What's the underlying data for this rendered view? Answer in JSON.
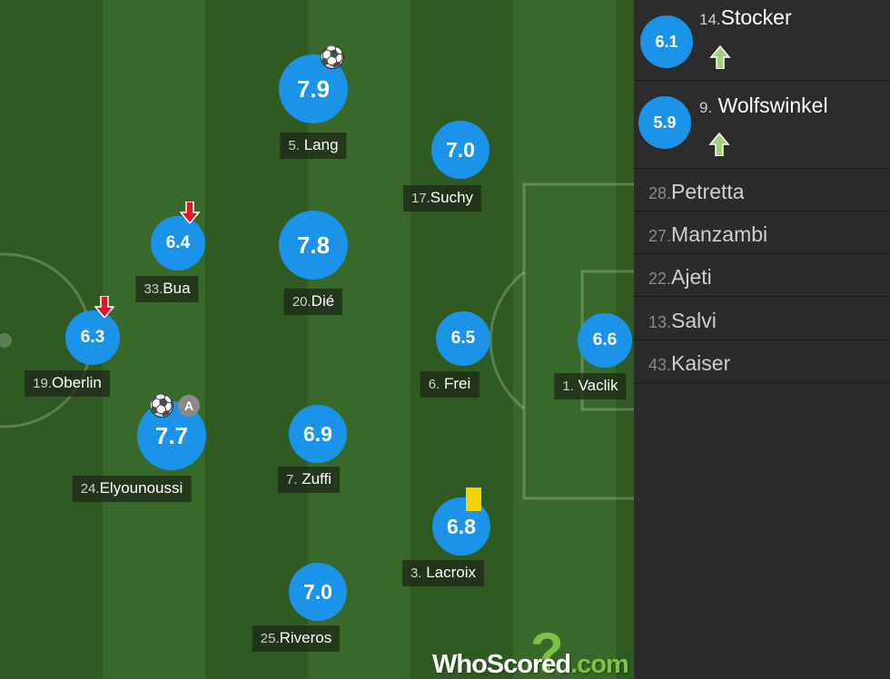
{
  "pitch_players": [
    {
      "id": "lang",
      "number": "5.",
      "name": "Lang",
      "rating": "7.9",
      "icons": [
        "ball"
      ]
    },
    {
      "id": "suchy",
      "number": "17.",
      "name": "Suchy",
      "rating": "7.0",
      "icons": []
    },
    {
      "id": "bua",
      "number": "33.",
      "name": "Bua",
      "rating": "6.4",
      "icons": [
        "subbed-off"
      ]
    },
    {
      "id": "die",
      "number": "20.",
      "name": "Dié",
      "rating": "7.8",
      "icons": []
    },
    {
      "id": "oberlin",
      "number": "19.",
      "name": "Oberlin",
      "rating": "6.3",
      "icons": [
        "subbed-off"
      ]
    },
    {
      "id": "frei",
      "number": "6.",
      "name": "Frei",
      "rating": "6.5",
      "icons": []
    },
    {
      "id": "vaclik",
      "number": "1.",
      "name": "Vaclik",
      "rating": "6.6",
      "icons": []
    },
    {
      "id": "elyounoussi",
      "number": "24.",
      "name": "Elyounoussi",
      "rating": "7.7",
      "icons": [
        "ball",
        "captain"
      ]
    },
    {
      "id": "zuffi",
      "number": "7.",
      "name": "Zuffi",
      "rating": "6.9",
      "icons": []
    },
    {
      "id": "lacroix",
      "number": "3.",
      "name": "Lacroix",
      "rating": "6.8",
      "icons": [
        "yellow-card"
      ]
    },
    {
      "id": "riveros",
      "number": "25.",
      "name": "Riveros",
      "rating": "7.0",
      "icons": []
    }
  ],
  "captain_letter": "A",
  "substitutes_used": [
    {
      "number": "14.",
      "name": "Stocker",
      "rating": "6.1",
      "icon": "subbed-on"
    },
    {
      "number": "9.",
      "name": "Wolfswinkel",
      "rating": "5.9",
      "icon": "subbed-on"
    }
  ],
  "bench": [
    {
      "number": "28.",
      "name": "Petretta"
    },
    {
      "number": "27.",
      "name": "Manzambi"
    },
    {
      "number": "22.",
      "name": "Ajeti"
    },
    {
      "number": "13.",
      "name": "Salvi"
    },
    {
      "number": "43.",
      "name": "Kaiser"
    }
  ],
  "branding": {
    "name": "WhoScored",
    "dot_com": ".com",
    "mark": "?"
  },
  "colors": {
    "rating_bubble": "#1a93e8",
    "subbed_off_arrow": "#e0162b",
    "subbed_on_arrow": "#a3d17a",
    "yellow_card": "#f2d400",
    "brand_green": "#7dc242"
  }
}
